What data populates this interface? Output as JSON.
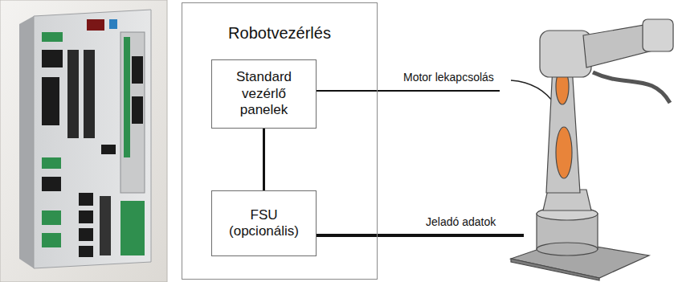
{
  "diagram": {
    "nodes": [
      {
        "text": [
          "Robotvezérlés"
        ]
      },
      {
        "text": [
          "Standard vezérlő panelek"
        ],
        "in": 0
      },
      {
        "text": [
          "FSU (opcionális)"
        ],
        "in": 0
      }
    ],
    "edges": [
      {
        "from": 1,
        "to": 2,
        "arrow": "none"
      }
    ],
    "labels": [
      "Motor lekapcsolás",
      "Jeladó adatok"
    ]
  }
}
